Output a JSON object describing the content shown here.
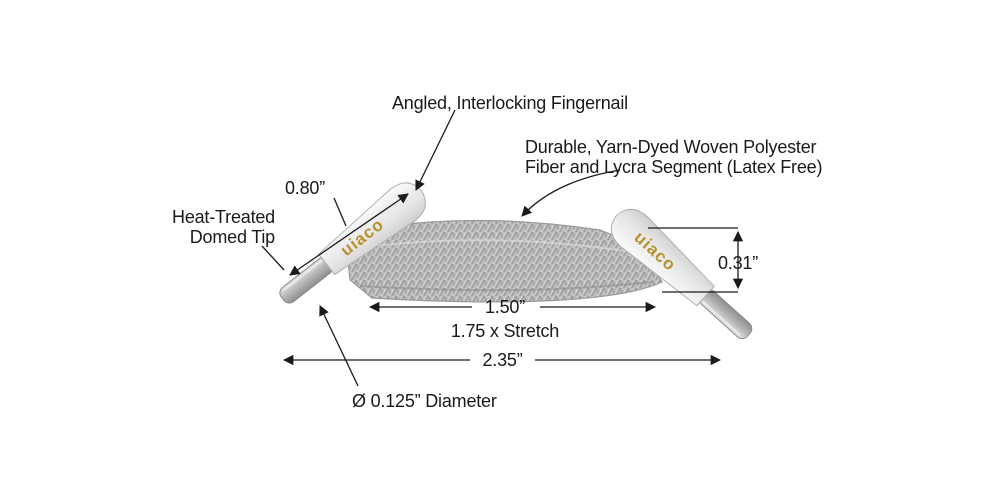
{
  "labels": {
    "fingernail": "Angled, Interlocking Fingernail",
    "material_line1": "Durable, Yarn-Dyed Woven Polyester",
    "material_line2": "Fiber and Lycra Segment (Latex Free)",
    "tip_line1": "Heat-Treated",
    "tip_line2": "Domed Tip",
    "clip_length": "0.80”",
    "height": "0.31”",
    "segment_length": "1.50”",
    "stretch": "1.75 x Stretch",
    "total_length": "2.35”",
    "diameter": "Ø 0.125” Diameter"
  },
  "logo": {
    "text": "uiaco"
  },
  "colors": {
    "text": "#1a1a1a",
    "cord": "#b7b7b7",
    "cap": "#e9e9e9",
    "logo": "#b8912e",
    "aglet": "#c9c9c9"
  }
}
